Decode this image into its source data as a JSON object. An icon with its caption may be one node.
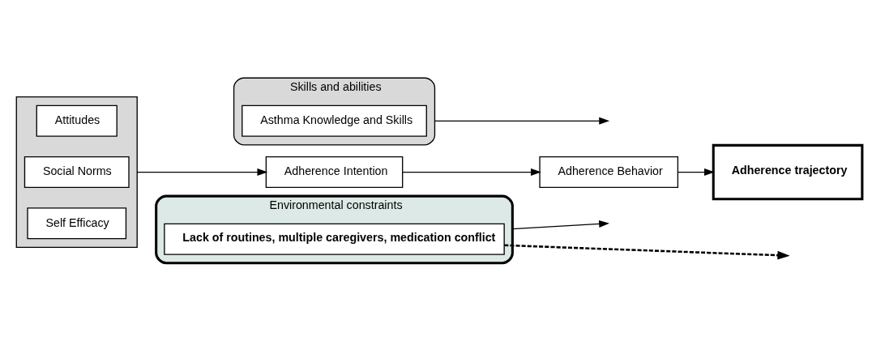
{
  "diagram": {
    "nodes": [
      {
        "text": [],
        "shape": "box"
      },
      {
        "text": [
          "Attitudes"
        ],
        "in": 0
      },
      {
        "text": [
          "Social Norms"
        ],
        "in": 0
      },
      {
        "text": [
          "Self Efficacy"
        ],
        "in": 0
      },
      {
        "text": [
          "Adherence Intention"
        ]
      },
      {
        "text": [
          "Skills and abilities"
        ]
      },
      {
        "text": [
          "Asthma Knowledge and Skills"
        ],
        "in": 5
      },
      {
        "text": [
          "Adherence Behavior"
        ]
      },
      {
        "text": [
          "Adherence trajectory"
        ]
      },
      {
        "text": [
          "Environmental constraints"
        ]
      },
      {
        "text": [
          "Lack of routines, multiple caregivers, medication conflict"
        ],
        "in": 9
      }
    ],
    "edges": [
      {
        "from": 0,
        "to": 4,
        "arrow": "to"
      },
      {
        "from": 4,
        "to": 7,
        "arrow": "to"
      },
      {
        "from": 5,
        "to": null,
        "arrow": "to"
      },
      {
        "from": 9,
        "to": null,
        "arrow": "to"
      },
      {
        "from": 7,
        "to": 8,
        "arrow": "to"
      },
      {
        "from": 10,
        "to": null,
        "arrow": "to",
        "style": "dashed"
      }
    ]
  }
}
